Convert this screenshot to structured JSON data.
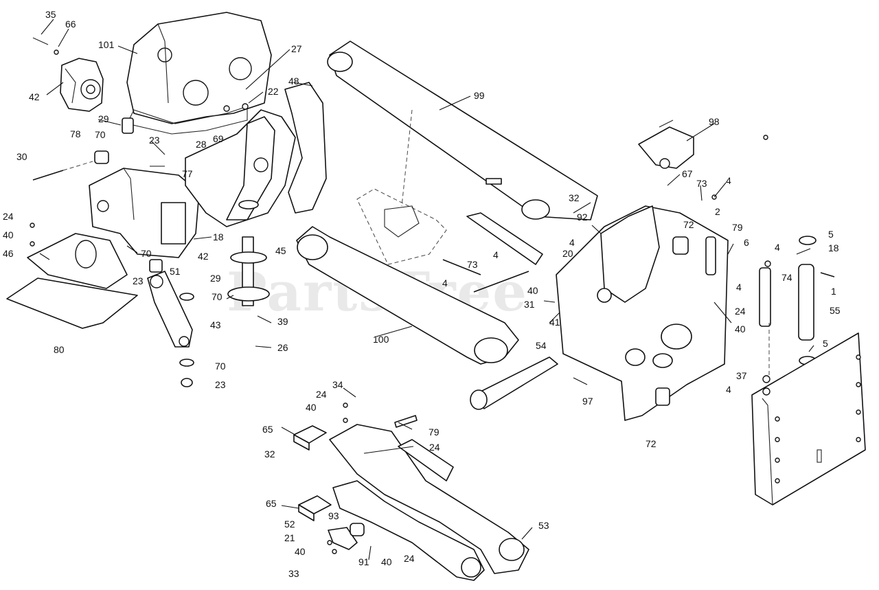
{
  "watermark": "PartsTree",
  "callouts": [
    {
      "id": "c35",
      "label": "35"
    },
    {
      "id": "c66",
      "label": "66"
    },
    {
      "id": "c101",
      "label": "101"
    },
    {
      "id": "c42a",
      "label": "42"
    },
    {
      "id": "c27",
      "label": "27"
    },
    {
      "id": "c22",
      "label": "22"
    },
    {
      "id": "c48",
      "label": "48"
    },
    {
      "id": "c99",
      "label": "99"
    },
    {
      "id": "c29a",
      "label": "29"
    },
    {
      "id": "c70a",
      "label": "70"
    },
    {
      "id": "c78",
      "label": "78"
    },
    {
      "id": "c23a",
      "label": "23"
    },
    {
      "id": "c28",
      "label": "28"
    },
    {
      "id": "c69",
      "label": "69"
    },
    {
      "id": "c30",
      "label": "30"
    },
    {
      "id": "c77",
      "label": "77"
    },
    {
      "id": "c98",
      "label": "98"
    },
    {
      "id": "c67",
      "label": "67"
    },
    {
      "id": "c73a",
      "label": "73"
    },
    {
      "id": "c4a",
      "label": "4"
    },
    {
      "id": "c24a",
      "label": "24"
    },
    {
      "id": "c40a",
      "label": "40"
    },
    {
      "id": "c18a",
      "label": "18"
    },
    {
      "id": "c46",
      "label": "46"
    },
    {
      "id": "c70b",
      "label": "70"
    },
    {
      "id": "c23b",
      "label": "23"
    },
    {
      "id": "c51",
      "label": "51"
    },
    {
      "id": "c42b",
      "label": "42"
    },
    {
      "id": "c29b",
      "label": "29"
    },
    {
      "id": "c45",
      "label": "45"
    },
    {
      "id": "c70c",
      "label": "70"
    },
    {
      "id": "c43",
      "label": "43"
    },
    {
      "id": "c39",
      "label": "39"
    },
    {
      "id": "c26",
      "label": "26"
    },
    {
      "id": "c80",
      "label": "80"
    },
    {
      "id": "c70d",
      "label": "70"
    },
    {
      "id": "c23c",
      "label": "23"
    },
    {
      "id": "c32a",
      "label": "32"
    },
    {
      "id": "c92",
      "label": "92"
    },
    {
      "id": "c4b",
      "label": "4"
    },
    {
      "id": "c20",
      "label": "20"
    },
    {
      "id": "c72a",
      "label": "72"
    },
    {
      "id": "c2",
      "label": "2"
    },
    {
      "id": "c79a",
      "label": "79"
    },
    {
      "id": "c6",
      "label": "6"
    },
    {
      "id": "c5a",
      "label": "5"
    },
    {
      "id": "c4c",
      "label": "4"
    },
    {
      "id": "c18b",
      "label": "18"
    },
    {
      "id": "c4d",
      "label": "4"
    },
    {
      "id": "c74",
      "label": "74"
    },
    {
      "id": "c1",
      "label": "1"
    },
    {
      "id": "c55",
      "label": "55"
    },
    {
      "id": "c73b",
      "label": "73"
    },
    {
      "id": "c4e",
      "label": "4"
    },
    {
      "id": "c4f",
      "label": "4"
    },
    {
      "id": "c40b",
      "label": "40"
    },
    {
      "id": "c31",
      "label": "31"
    },
    {
      "id": "c41",
      "label": "41"
    },
    {
      "id": "c54",
      "label": "54"
    },
    {
      "id": "c24b",
      "label": "24"
    },
    {
      "id": "c40c",
      "label": "40"
    },
    {
      "id": "c100",
      "label": "100"
    },
    {
      "id": "c97",
      "label": "97"
    },
    {
      "id": "c5b",
      "label": "5"
    },
    {
      "id": "c37",
      "label": "37"
    },
    {
      "id": "c4g",
      "label": "4"
    },
    {
      "id": "c72b",
      "label": "72"
    },
    {
      "id": "c34",
      "label": "34"
    },
    {
      "id": "c24c",
      "label": "24"
    },
    {
      "id": "c40d",
      "label": "40"
    },
    {
      "id": "c65a",
      "label": "65"
    },
    {
      "id": "c79b",
      "label": "79"
    },
    {
      "id": "c32b",
      "label": "32"
    },
    {
      "id": "c24d",
      "label": "24"
    },
    {
      "id": "c65b",
      "label": "65"
    },
    {
      "id": "c52",
      "label": "52"
    },
    {
      "id": "c93",
      "label": "93"
    },
    {
      "id": "c21",
      "label": "21"
    },
    {
      "id": "c40e",
      "label": "40"
    },
    {
      "id": "c33",
      "label": "33"
    },
    {
      "id": "c91",
      "label": "91"
    },
    {
      "id": "c40f",
      "label": "40"
    },
    {
      "id": "c24e",
      "label": "24"
    },
    {
      "id": "c53",
      "label": "53"
    }
  ]
}
